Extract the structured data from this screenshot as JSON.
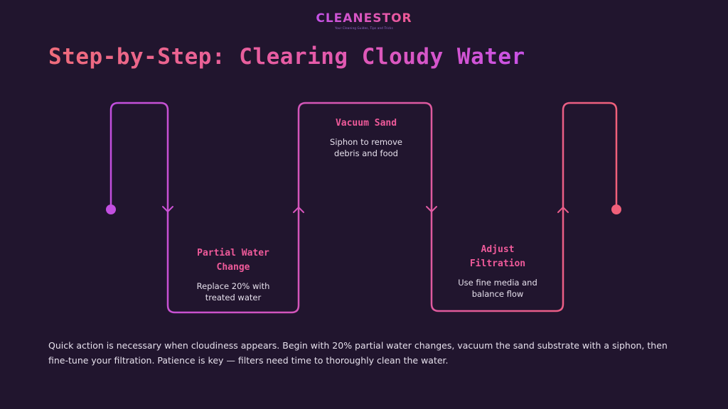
{
  "brand": {
    "name": "CLEANESTOR",
    "tagline": "Your Cleaning Guides, Tips and Tricks"
  },
  "title": "Step-by-Step: Clearing Cloudy Water",
  "steps": [
    {
      "title_line1": "Partial Water",
      "title_line2": "Change",
      "desc_line1": "Replace 20% with",
      "desc_line2": "treated water"
    },
    {
      "title_line1": "Vacuum Sand",
      "title_line2": "",
      "desc_line1": "Siphon to remove",
      "desc_line2": "debris and food"
    },
    {
      "title_line1": "Adjust",
      "title_line2": "Filtration",
      "desc_line1": "Use fine media and",
      "desc_line2": "balance flow"
    }
  ],
  "summary": "Quick action is necessary when cloudiness appears. Begin with 20% partial water changes, vacuum the sand substrate with a siphon, then fine-tune your filtration. Patience is key — filters need time to thoroughly clean the water.",
  "colors": {
    "background": "#21152e",
    "path_start": "#c24fe0",
    "path_end": "#f0607a",
    "accent_pink": "#ef5a9a",
    "text": "#e6e0ec"
  }
}
